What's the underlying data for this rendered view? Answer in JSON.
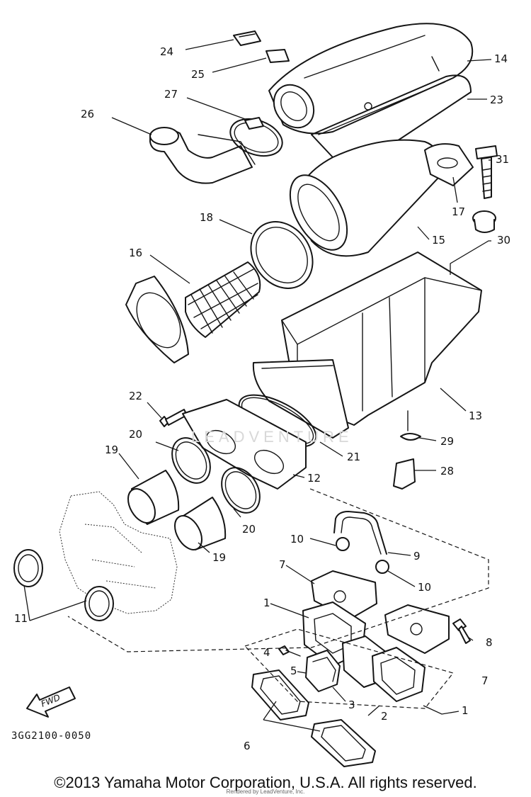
{
  "diagram": {
    "drawing_code": "3GG2100-0050",
    "copyright": "©2013 Yamaha Motor Corporation, U.S.A. All rights reserved.",
    "dealer_note": "Rendered by LeadVenture, Inc.",
    "watermark": "LEADVENTURE",
    "fwd_label": "FWD",
    "callouts": {
      "p1a": "1",
      "p1b": "1",
      "p2": "2",
      "p3": "3",
      "p4": "4",
      "p5": "5",
      "p6": "6",
      "p7a": "7",
      "p7b": "7",
      "p8": "8",
      "p9": "9",
      "p10a": "10",
      "p10b": "10",
      "p11": "11",
      "p12": "12",
      "p13": "13",
      "p14": "14",
      "p15": "15",
      "p16": "16",
      "p17": "17",
      "p18": "18",
      "p19a": "19",
      "p19b": "19",
      "p20a": "20",
      "p20b": "20",
      "p21": "21",
      "p22": "22",
      "p23": "23",
      "p24": "24",
      "p25": "25",
      "p26": "26",
      "p27": "27",
      "p28": "28",
      "p29": "29",
      "p30": "30",
      "p31": "31"
    }
  }
}
